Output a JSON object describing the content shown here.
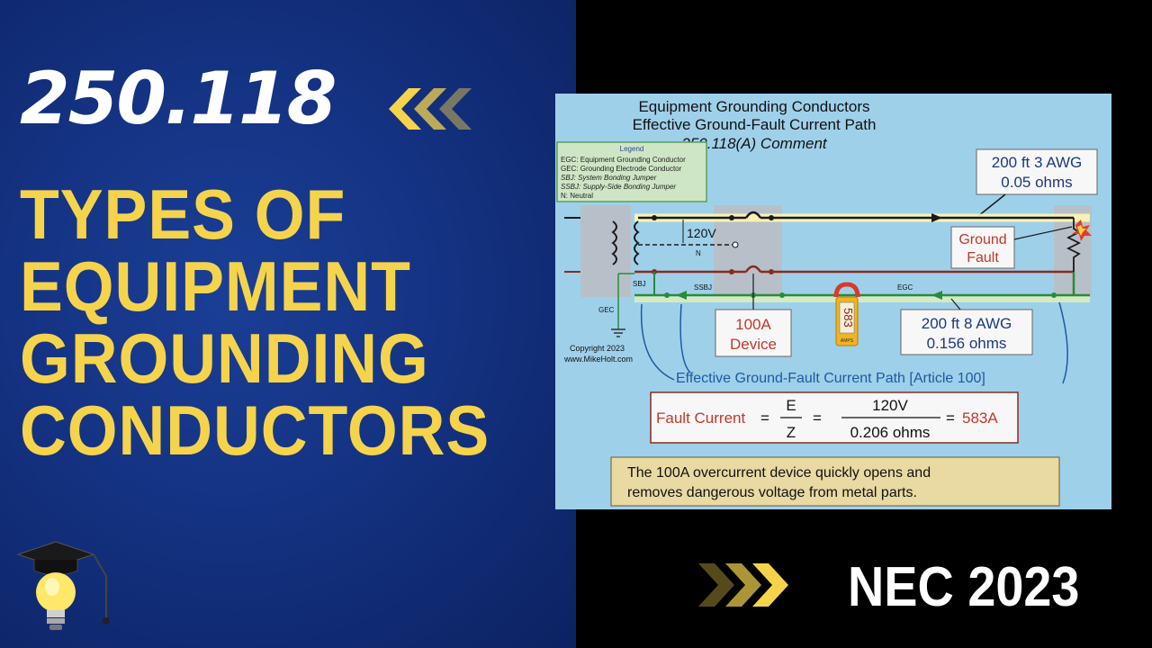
{
  "thumbnail": {
    "section_number": "250.118",
    "title_lines": [
      "TYPES OF",
      "EQUIPMENT",
      "GROUNDING",
      "CONDUCTORS"
    ],
    "edition": "NEC 2023",
    "colors": {
      "left_bg": "#143282",
      "title_yellow": "#f5d44c",
      "white": "#ffffff",
      "right_bg": "#000000"
    }
  },
  "diagram": {
    "title_line1": "Equipment Grounding Conductors",
    "title_line2": "Effective Ground-Fault Current Path",
    "title_line3": "250.118(A) Comment",
    "legend": {
      "heading": "Legend",
      "items": [
        "EGC: Equipment Grounding Conductor",
        "GEC: Grounding Electrode Conductor",
        "SBJ: System Bonding Jumper",
        "SSBJ: Supply-Side Bonding Jumper",
        "N: Neutral"
      ]
    },
    "labels": {
      "voltage": "120V",
      "neutral": "N",
      "sbj": "SBJ",
      "ssbj": "SSBJ",
      "egc": "EGC",
      "gec": "GEC",
      "meter_reading": "583",
      "meter_unit": "AMPS"
    },
    "callouts": {
      "upper_conductor": [
        "200 ft 3 AWG",
        "0.05 ohms"
      ],
      "ground_fault": [
        "Ground",
        "Fault"
      ],
      "device": [
        "100A",
        "Device"
      ],
      "lower_conductor": [
        "200 ft 8 AWG",
        "0.156 ohms"
      ]
    },
    "copyright": [
      "Copyright 2023",
      "www.MikeHolt.com"
    ],
    "path_caption": "Effective Ground-Fault Current Path [Article 100]",
    "formula": {
      "label": "Fault Current",
      "eq1": "=",
      "numerator_symbol": "E",
      "denominator_symbol": "Z",
      "eq2": "=",
      "numerator_value": "120V",
      "denominator_value": "0.206 ohms",
      "eq3": "=",
      "result": "583A"
    },
    "note_lines": [
      "The 100A overcurrent device quickly opens and",
      "removes dangerous voltage from metal parts."
    ],
    "colors": {
      "background": "#9fd0ea",
      "hot_wire": "#1a1a1a",
      "neutral_wire": "#8b2a1f",
      "egc_wire": "#2a8a3a",
      "fault_red": "#c0392b",
      "note_bg": "#e9d9a2",
      "box_bg": "#f4f4f4"
    }
  }
}
